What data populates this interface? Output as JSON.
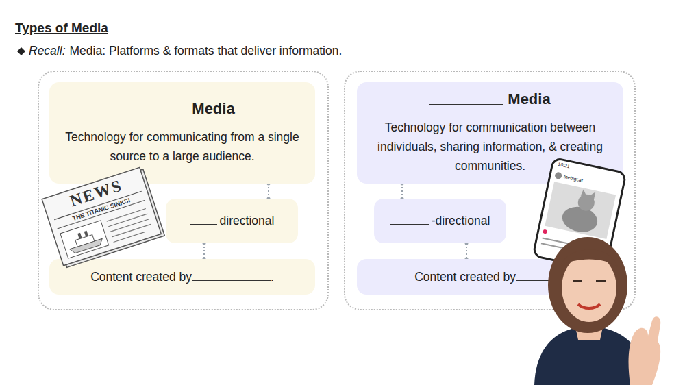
{
  "diagram": {
    "title": "Types of Media",
    "nodes": [
      {
        "text": [
          "Media",
          "Technology for communicating from a single source to a large audience."
        ]
      },
      {
        "text": [
          "directional"
        ]
      },
      {
        "text": [
          "Content created by",
          "."
        ]
      },
      {
        "text": [
          "Media",
          "Technology for communication between individuals, sharing information, & creating communities."
        ]
      },
      {
        "text": [
          "-directional"
        ]
      },
      {
        "text": [
          "Content created by",
          "."
        ]
      }
    ],
    "edges": [
      {
        "from": 0,
        "to": 1,
        "arrow": "none"
      },
      {
        "from": 1,
        "to": 2,
        "arrow": "none"
      },
      {
        "from": 3,
        "to": 4,
        "arrow": "none"
      },
      {
        "from": 4,
        "to": 5,
        "arrow": "none"
      }
    ],
    "labels": [
      "Recall:",
      "Media: Platforms & formats that deliver information.",
      "NEWS",
      "THE TITANIC SINKS!",
      "10:21",
      "thebigcat"
    ]
  }
}
